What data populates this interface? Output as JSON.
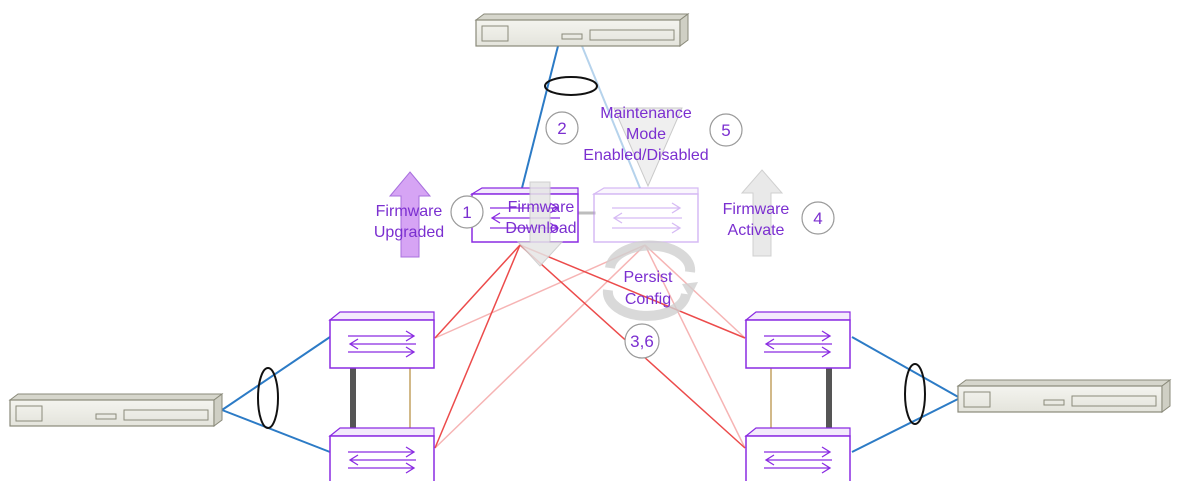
{
  "labels": {
    "maintenance_line1": "Maintenance",
    "maintenance_line2": "Mode",
    "maintenance_line3": "Enabled/Disabled",
    "firmware_upgraded_line1": "Firmware",
    "firmware_upgraded_line2": "Upgraded",
    "firmware_download_line1": "Firmware",
    "firmware_download_line2": "Download",
    "firmware_activate_line1": "Firmware",
    "firmware_activate_line2": "Activate",
    "persist_line1": "Persist",
    "persist_line2": "Config"
  },
  "steps": {
    "step_1": "1",
    "step_2": "2",
    "step_4": "4",
    "step_5": "5",
    "step_3_6": "3,6"
  },
  "colors": {
    "text_purple": "#7b2fd0",
    "link_blue": "#2c7bc6",
    "link_red": "#ec4b4b",
    "link_red_faint": "#f6b4b4",
    "upgraded_arrow": "#d6a4f4",
    "gray_arrow": "#e6e6e6",
    "server_outline": "#8a8a7a",
    "switch_outline": "#8a2be2"
  },
  "icons": [
    "server-icon",
    "switch-icon",
    "lag-ellipse-icon",
    "arrow-icon"
  ]
}
